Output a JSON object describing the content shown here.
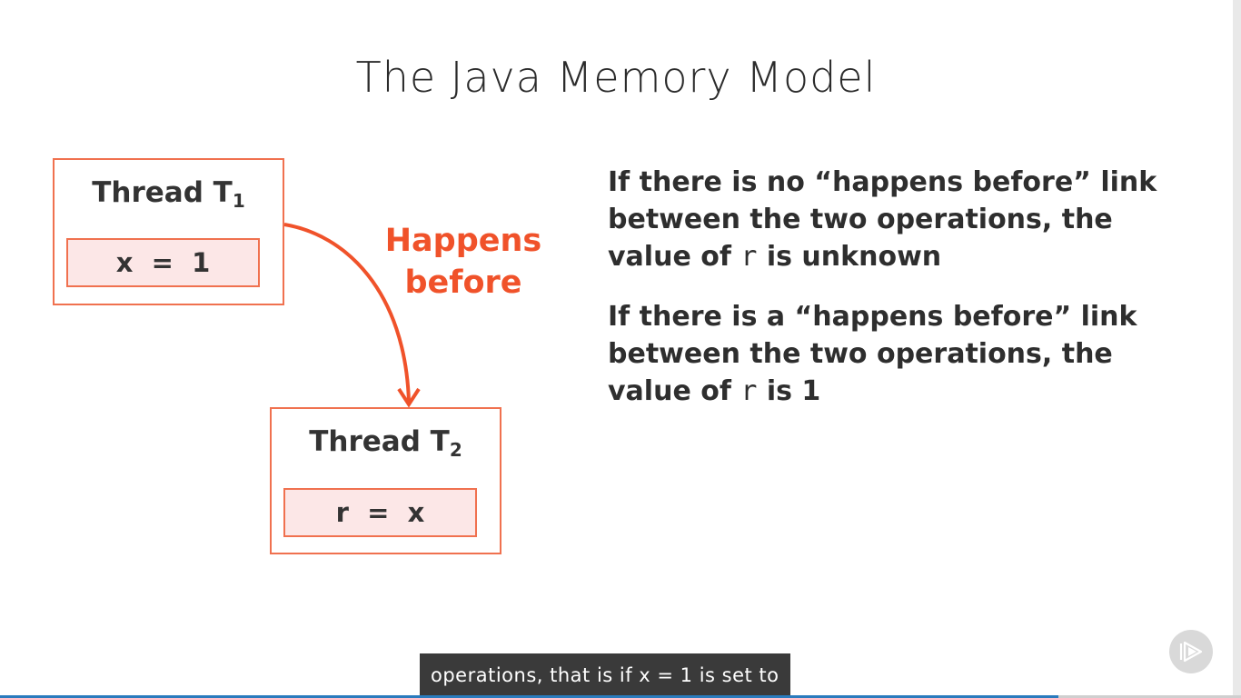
{
  "slide": {
    "title": "The Java Memory Model",
    "thread1": {
      "label": "Thread T",
      "subscript": "1",
      "code": "x  =  1"
    },
    "thread2": {
      "label": "Thread T",
      "subscript": "2",
      "code": "r  =  x"
    },
    "arrow_label": {
      "line1": "Happens",
      "line2": "before"
    },
    "para1": {
      "text_a": "If there is no “happens before” link between the two operations, the value of ",
      "var": "r",
      "text_b": " is unknown"
    },
    "para2": {
      "text_a": "If there is a “happens before” link between the two operations, the value of ",
      "var": "r",
      "text_b": " is 1"
    }
  },
  "player": {
    "caption": "operations, that is if x = 1 is set to",
    "progress": 0.853,
    "logo_icon": "play-logo-icon"
  },
  "colors": {
    "accent": "#f0714f",
    "accent_text": "#f0522a",
    "code_fill": "#fce7e7",
    "progress": "#2a7bbd"
  }
}
